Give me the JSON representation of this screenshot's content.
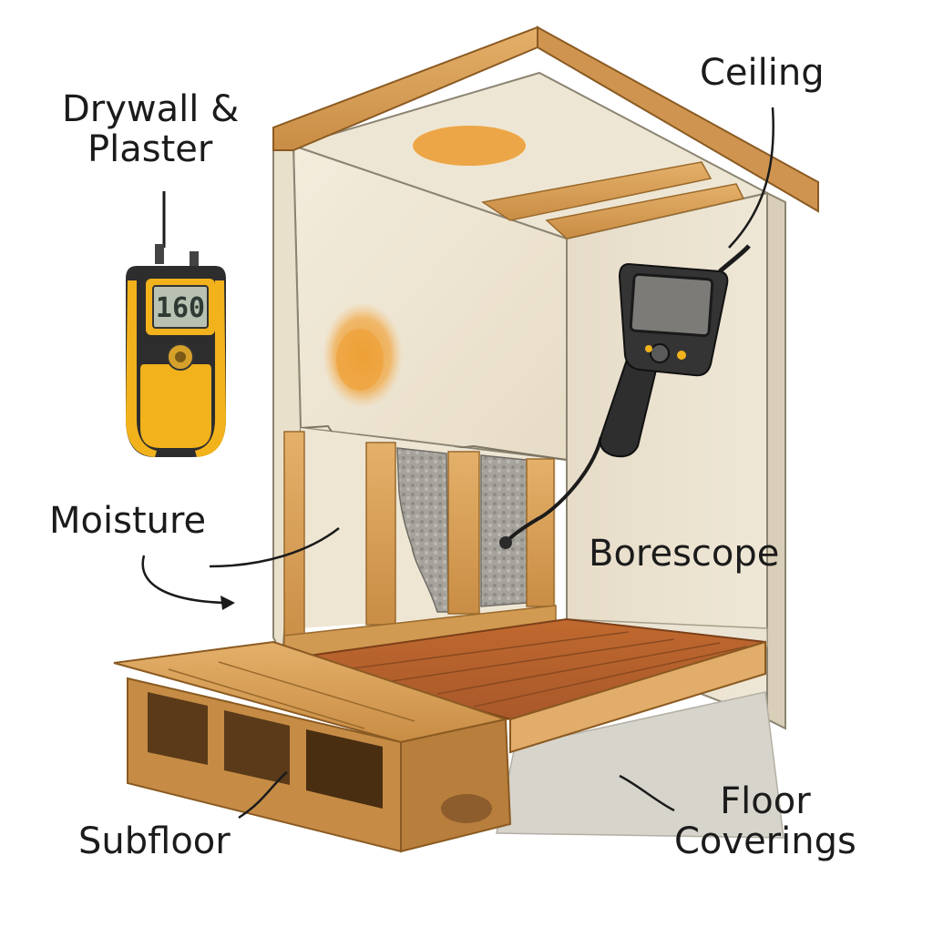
{
  "labels": {
    "drywall_line1": "Drywall &",
    "drywall_line2": "Plaster",
    "ceiling": "Ceiling",
    "moisture": "Moisture",
    "borescope": "Borescope",
    "subfloor": "Subfloor",
    "floor_line1": "Floor",
    "floor_line2": "Coverings"
  },
  "meter": {
    "reading": "160"
  },
  "colors": {
    "wood": "#d9a25a",
    "wood_dark": "#b57a36",
    "wall": "#efe6d3",
    "flooring": "#b8642e",
    "stain": "#eda03a",
    "meter_yellow": "#f2b21c",
    "meter_body": "#2d2d2d",
    "carpet": "#d7d4cc"
  },
  "icons": [
    "moisture-meter-icon",
    "borescope-icon"
  ]
}
